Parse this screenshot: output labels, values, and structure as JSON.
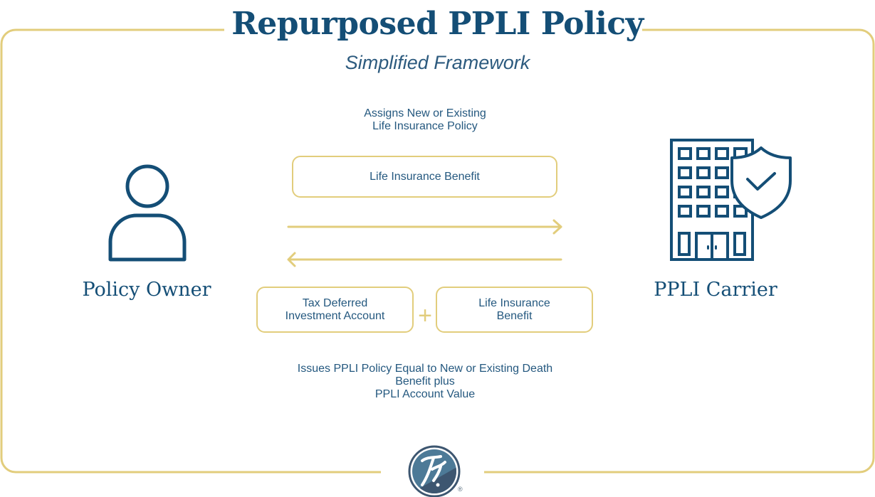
{
  "header": {
    "title": "Repurposed PPLI Policy",
    "subtitle": "Simplified Framework"
  },
  "parties": {
    "owner": {
      "label": "Policy Owner",
      "icon": "person-icon"
    },
    "carrier": {
      "label": "PPLI Carrier",
      "icon": "building-shield-icon"
    }
  },
  "flow_top": {
    "note_line1": "Assigns New or Existing",
    "note_line2": "Life Insurance Policy",
    "box": "Life Insurance Benefit",
    "arrow": "arrow-right-icon"
  },
  "flow_bottom": {
    "arrow": "arrow-left-icon",
    "box_left_line1": "Tax Deferred",
    "box_left_line2": "Investment Account",
    "plus": "+",
    "box_right_line1": "Life Insurance",
    "box_right_line2": "Benefit",
    "note_line1": "Issues PPLI Policy Equal to New or Existing Death",
    "note_line2": "Benefit plus",
    "note_line3": "PPLI Account Value"
  },
  "footer": {
    "logo": "company-logo-icon",
    "registered": "®"
  },
  "colors": {
    "navy": "#144e76",
    "gold": "#e2cd7c"
  }
}
